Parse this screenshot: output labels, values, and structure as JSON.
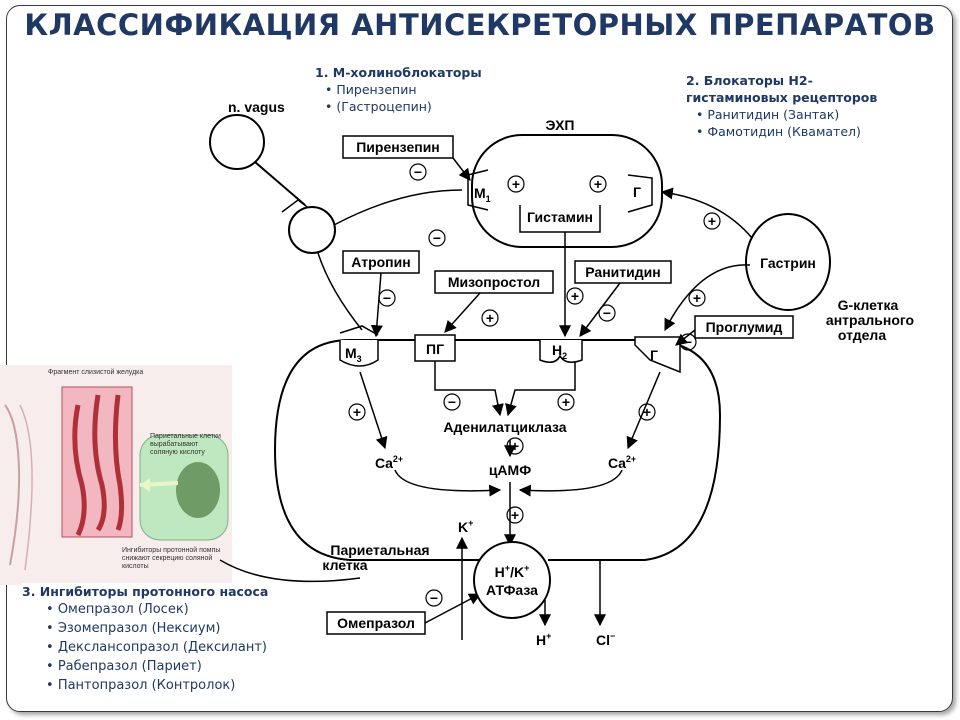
{
  "title": "КЛАССИФИКАЦИЯ АНТИСЕКРЕТОРНЫХ ПРЕПАРАТОВ",
  "groups": {
    "m_cholino": {
      "heading": "1. М-холиноблокаторы",
      "items": [
        "Пирензепин",
        "(Гастроцепин)"
      ]
    },
    "h2_blockers": {
      "heading_line1": "2. Блокаторы Н2-",
      "heading_line2": "гистаминовых рецепторов",
      "items": [
        "Ранитидин (Зантак)",
        "Фамотидин (Квамател)"
      ]
    },
    "ppi": {
      "heading": "3. Ингибиторы протонного насоса",
      "items": [
        "Омепразол (Лосек)",
        "Эзомепразол (Нексиум)",
        "Декслансопразол (Дексилант)",
        "Рабепразол (Париет)",
        "Пантопразол (Контролок)"
      ]
    }
  },
  "diagram": {
    "vagus": "n. vagus",
    "ecl": "ЭХП",
    "m1": "M",
    "m1_sub": "1",
    "g_ecl": "Г",
    "histamine": "Гистамин",
    "gastrin": "Гастрин",
    "g_cell_1": "G-клетка",
    "g_cell_2": "антрального",
    "g_cell_3": "отдела",
    "m3": "M",
    "m3_sub": "3",
    "pg": "ПГ",
    "h2": "H",
    "h2_sub": "2",
    "g_receptor": "Г",
    "adenylate": "Аденилатциклаза",
    "ca": "Ca",
    "ca_sup": "2+",
    "camp": "цАМФ",
    "parietal_1": "Париетальная",
    "parietal_2": "клетка",
    "pump_1": "H",
    "pump_2": "АТФаза",
    "k_plus": "K",
    "h_plus": "H",
    "cl_minus": "Cl",
    "plus": "+",
    "minus": "−"
  },
  "drug_boxes": {
    "pirenzepine": "Пирензепин",
    "atropine": "Атропин",
    "misoprostol": "Мизопростол",
    "ranitidine": "Ранитидин",
    "proglumide": "Проглумид",
    "omeprazole": "Омепразол"
  },
  "photo": {
    "caption_top": "Фрагмент слизистой желудка",
    "caption_cells": "Париетальные клетки вырабатывают соляную кислоту",
    "caption_bottom": "Ингибиторы протонной помпы снижают секрецию соляной кислоты"
  }
}
